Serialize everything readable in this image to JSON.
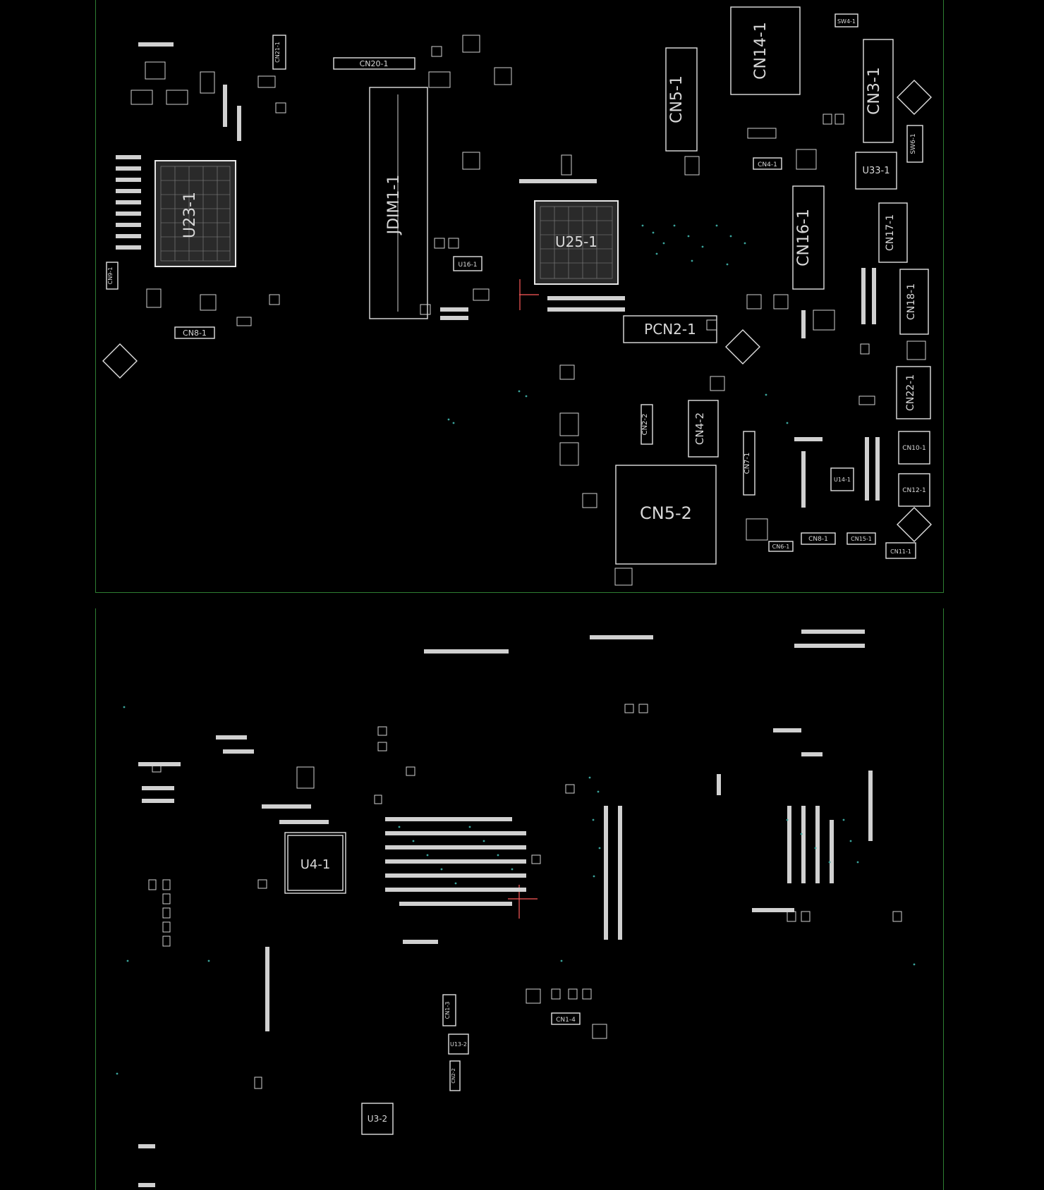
{
  "top_side": {
    "designators": {
      "cn20": "CN20-1",
      "jdim": "JDIM1-1",
      "u23": "U23-1",
      "u25": "U25-1",
      "cn5_1": "CN5-1",
      "cn14": "CN14-1",
      "cn3": "CN3-1",
      "sw6": "SW6-1",
      "u33": "U33-1",
      "cn17": "CN17-1",
      "cn16": "CN16-1",
      "cn18": "CN18-1",
      "pcn2": "PCN2-1",
      "cn22": "CN22-1",
      "cn10": "CN10-1",
      "cn12": "CN12-1",
      "cn4_2": "CN4-2",
      "cn2_2": "CN2-2",
      "cn7": "CN7-1",
      "cn5_2": "CN5-2",
      "cn8_left": "CN8-1",
      "cn8_right": "CN8-1",
      "cn6": "CN6-1",
      "cn15": "CN15-1",
      "cn11": "CN11-1",
      "u16": "U16-1",
      "u14": "U14-1",
      "cn4_small": "CN4-1",
      "sw4": "SW4-1",
      "cn21": "CN21-1",
      "cn9": "CN9-1"
    }
  },
  "bottom_side": {
    "designators": {
      "u4": "U4-1",
      "u3": "U3-2",
      "cn1": "CN1-4",
      "cn1_3": "CN1-3",
      "u13": "U13-2",
      "cn2_bottom": "CN2-2"
    }
  },
  "colors": {
    "background": "#000000",
    "outline": "#2e7d32",
    "silkscreen": "#e0e0e0",
    "vias": "#3aa39a",
    "cursor": "#ff5a5a"
  }
}
